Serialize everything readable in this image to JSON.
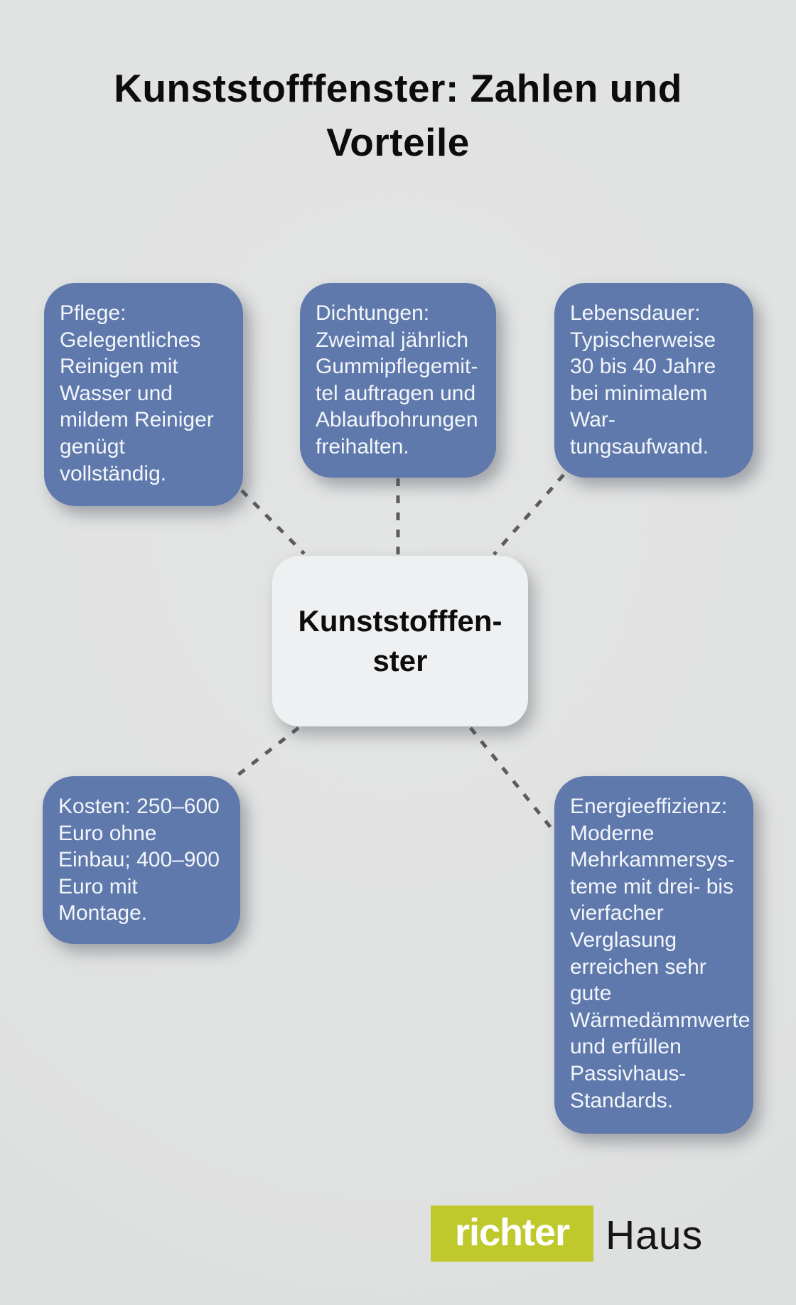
{
  "title": {
    "text": "Kunststofffenster: Zahlen und\nVorteile"
  },
  "center": {
    "label": "Kunststofffen-\nster"
  },
  "nodes": [
    {
      "id": "pflege",
      "text": "Pflege:\nGelegentliches\nReinigen mit\nWasser und\nmildem Reiniger\ngenügt\nvollständig."
    },
    {
      "id": "dichtungen",
      "text": "Dichtungen:\nZweimal jährlich\nGummipflegemit-\ntel auftragen und\nAblaufbohrungen\nfreihalten."
    },
    {
      "id": "lebensdauer",
      "text": "Lebensdauer:\nTypischerweise\n30 bis 40 Jahre\nbei minimalem\nWar-\ntungsaufwand."
    },
    {
      "id": "kosten",
      "text": "Kosten: 250–600\nEuro ohne\nEinbau; 400–900\nEuro mit\nMontage."
    },
    {
      "id": "energieeffizienz",
      "text": "Energieeffizienz:\nModerne\nMehrkammersys-\nteme mit drei- bis\nvierfacher\nVerglasung\nerreichen sehr\ngute\nWärmedämmwerte\nund erfüllen\nPassivhaus-\nStandards."
    }
  ],
  "logo": {
    "primary": "richter",
    "secondary": "Haus"
  },
  "colors": {
    "background": "#e0e1e1",
    "node_blue": "#5f79ac",
    "node_text": "#f3f6fa",
    "center_box": "#eef0f2",
    "title_text": "#0c0c0c",
    "connector_gray": "#5c5c5c",
    "logo_green": "#bfc92b",
    "logo_haus_text": "#151515"
  }
}
